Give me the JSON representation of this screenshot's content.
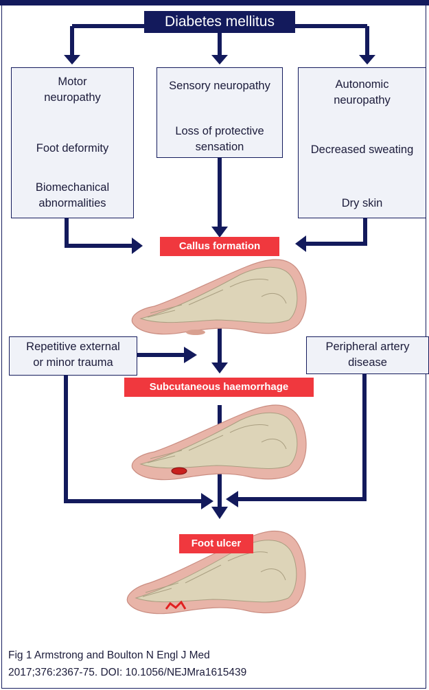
{
  "colors": {
    "navy": "#131a5c",
    "red": "#f0383e",
    "box_fill": "#f0f2f8",
    "skin": "#e8b4a8",
    "bone": "#ddd4b8"
  },
  "title": "Diabetes mellitus",
  "columns": {
    "motor": {
      "heading": [
        "Motor",
        "neuropathy"
      ],
      "step2": "Foot deformity",
      "step3": [
        "Biomechanical",
        "abnormalities"
      ]
    },
    "sensory": {
      "heading": "Sensory neuropathy",
      "step2": [
        "Loss of protective",
        "sensation"
      ]
    },
    "autonomic": {
      "heading": [
        "Autonomic",
        "neuropathy"
      ],
      "step2": "Decreased sweating",
      "step3": "Dry skin"
    }
  },
  "stages": {
    "callus": "Callus formation",
    "haemorrhage": "Subcutaneous haemorrhage",
    "ulcer": "Foot ulcer"
  },
  "side_factors": {
    "trauma": [
      "Repetitive external",
      "or minor trauma"
    ],
    "pad": [
      "Peripheral artery",
      "disease"
    ]
  },
  "icons": {
    "arrow": "down-arrow-icon",
    "foot": "foot-skeleton-illustration"
  },
  "caption": {
    "line1": "Fig 1 Armstrong and Boulton N Engl J Med",
    "line2": "2017;376:2367-75. DOI: 10.1056/NEJMra1615439"
  }
}
